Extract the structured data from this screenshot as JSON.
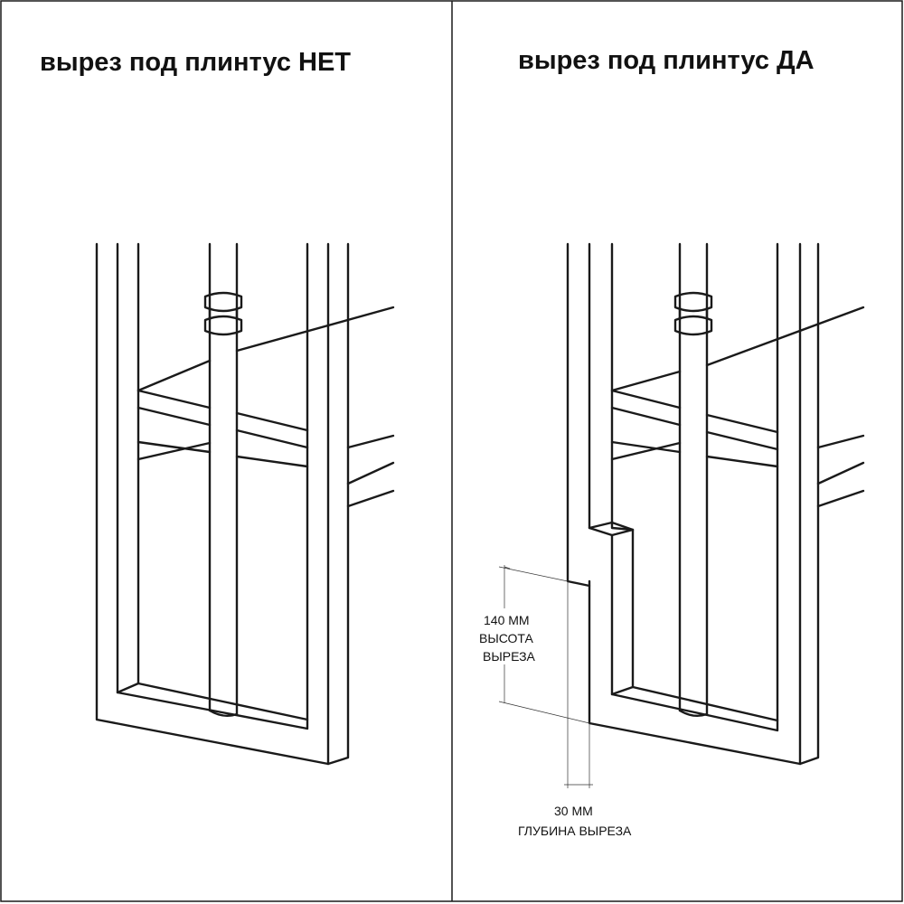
{
  "panels": [
    {
      "title": "вырез под плинтус НЕТ"
    },
    {
      "title": "вырез под плинтус ДА",
      "height_dimension": [
        "140 ММ",
        "ВЫСОТА",
        "ВЫРЕЗА"
      ],
      "depth_dimension": [
        "30  ММ",
        "ГЛУБИНА ВЫРЕЗА"
      ]
    }
  ],
  "colors": {
    "line": "#1a1a1a",
    "background": "#ffffff"
  }
}
